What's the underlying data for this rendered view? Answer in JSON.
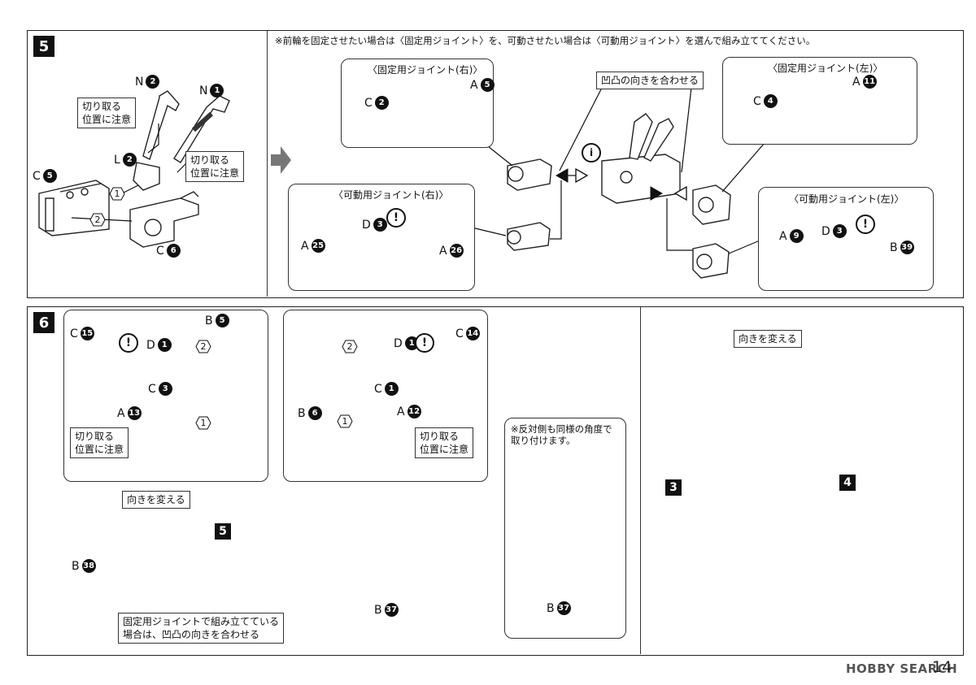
{
  "steps": {
    "s5": "5",
    "s6": "6",
    "s3": "3",
    "s4": "4",
    "s5b": "5"
  },
  "note_top": "※前輪を固定させたい場合は〈固定用ジョイント〉を、可動させたい場合は〈可動用ジョイント〉を選んで組み立ててください。",
  "boxes": {
    "fixed_right": "〈固定用ジョイント(右)〉",
    "fixed_left": "〈固定用ジョイント(左)〉",
    "movable_right": "〈可動用ジョイント(右)〉",
    "movable_left": "〈可動用ジョイント(左)〉"
  },
  "callouts": {
    "cut_note": "切り取る\n位置に注意",
    "align": "凹凸の向きを合わせる",
    "turn": "向きを変える",
    "fixed_note": "固定用ジョイントで組み立てている\n場合は、凹凸の向きを合わせる",
    "other_side": "※反対側も同様の角度で\n取り付けます。"
  },
  "parts": {
    "N": "N",
    "L": "L",
    "C": "C",
    "A": "A",
    "D": "D",
    "B": "B",
    "n2": "2",
    "n1": "1",
    "l2": "2",
    "c5": "5",
    "c6": "6",
    "c2": "2",
    "a5": "5",
    "c4": "4",
    "a11": "11",
    "d3": "3",
    "a25": "25",
    "a26": "26",
    "a9": "9",
    "b39": "39",
    "c15": "15",
    "d1": "1",
    "b5": "5",
    "c3": "3",
    "a13": "13",
    "b6": "6",
    "c14": "14",
    "c1": "1",
    "a12": "12",
    "b38": "38",
    "b37": "37"
  },
  "hex": {
    "h1": "1",
    "h2": "2"
  },
  "excl": "!",
  "info": "i",
  "footer": {
    "logo": "HOBBY SEARCH",
    "page": "14"
  }
}
